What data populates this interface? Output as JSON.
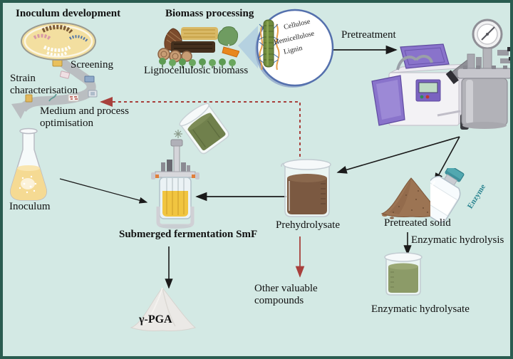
{
  "figure": {
    "colors": {
      "background": "#d3e9e4",
      "frame_border": "#2a5c50",
      "accent_red": "#a8403c",
      "road_gray": "#babec1",
      "circle_border": "#5470ad"
    },
    "titles": {
      "inoculum_development": "Inoculum development",
      "biomass_processing": "Biomass processing"
    },
    "labels": {
      "screening": "Screening",
      "strain_characterisation": "Strain characterisation",
      "medium_process_optimisation": "Medium and process optimisation",
      "pretreatment": "Pretreatment",
      "lignocellulosic_biomass": "Lignocellulosic biomass",
      "cellulose": "Cellulose",
      "hemicellulose": "Hemicellulose",
      "lignin": "Lignin",
      "inoculum": "Inoculum",
      "submerged_fermentation": "Submerged fermentation SmF",
      "prehydrolysate": "Prehydrolysate",
      "pretreated_solid": "Pretreated solid",
      "enzymatic_hydrolysis": "Enzymatic hydrolysis",
      "enzymatic_hydrolysate": "Enzymatic hydrolysate",
      "enzyme_bottle": "Enzyme",
      "gamma_pga": "γ-PGA",
      "other_valuable_compounds": "Other valuable compounds"
    }
  }
}
